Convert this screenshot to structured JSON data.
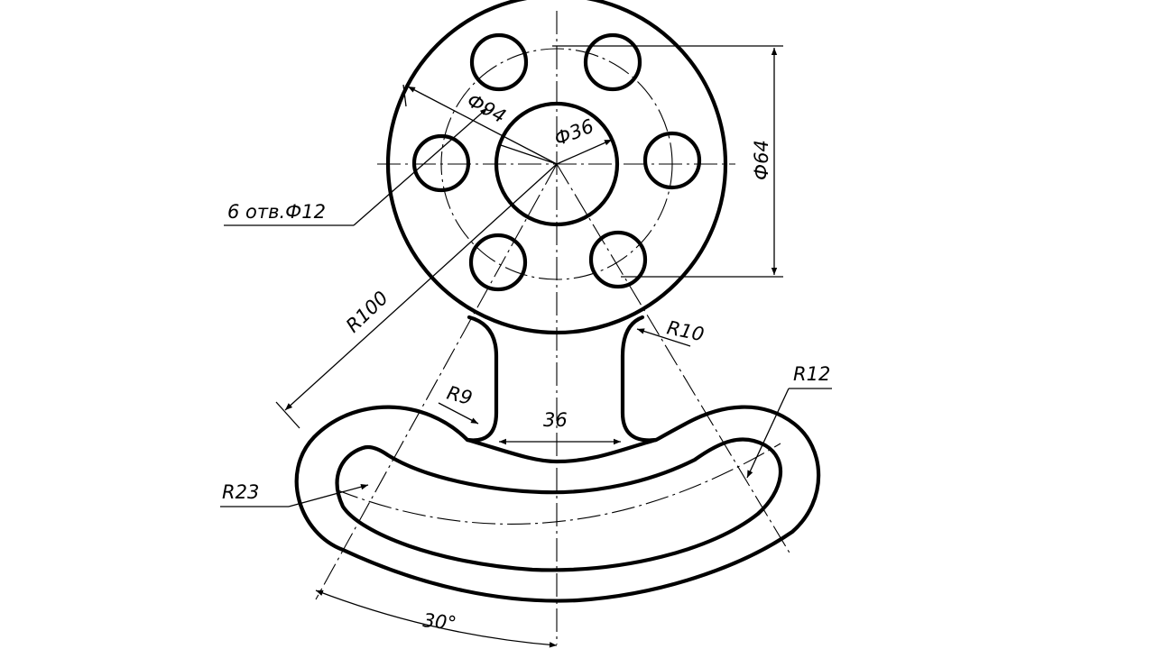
{
  "labels": {
    "holes": "6 отв.Ф12",
    "bolt_circle": "Ф94",
    "bore": "Ф36",
    "pitch": "Ф64",
    "r100": "R100",
    "r10": "R10",
    "r12": "R12",
    "r9": "R9",
    "neck": "36",
    "r23": "R23",
    "angle": "30°"
  },
  "colors": {
    "line": "#000000",
    "background": "#ffffff"
  }
}
